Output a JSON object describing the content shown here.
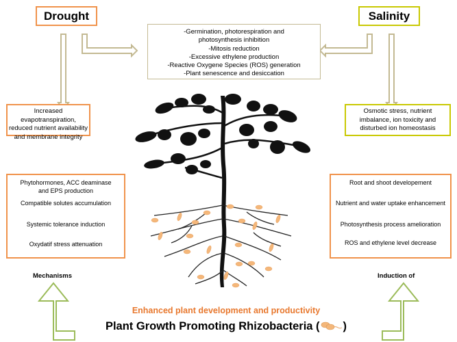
{
  "stresses": {
    "drought": {
      "label": "Drought",
      "color": "#f0924a"
    },
    "salinity": {
      "label": "Salinity",
      "color": "#c8c800"
    }
  },
  "common_effects": [
    "-Germination, photorespiration and",
    "photosynthesis inhibition",
    "-Mitosis reduction",
    "-Excessive ethylene production",
    "-Reactive Oxygene Species (ROS) generation",
    "-Plant senescence and desiccation"
  ],
  "drought_effects": [
    "Increased evapotranspiration,",
    "reduced nutrient availability",
    "and membrane integrity"
  ],
  "salinity_effects": [
    "Osmotic stress, nutrient",
    "imbalance, ion toxicity and",
    "disturbed ion homeostasis"
  ],
  "mechanisms": {
    "label": "Mechanisms",
    "items": [
      "Phytohormones, ACC deaminase",
      "and EPS production",
      "Compatible solutes accumulation",
      "Systemic tolerance induction",
      "Oxydatif stress attenuation"
    ]
  },
  "induction": {
    "label": "Induction of",
    "items": [
      "Root and shoot developement",
      "Nutrient and water uptake enhancement",
      "Photosynthesis process amelioration",
      "ROS and ethylene level decrease"
    ]
  },
  "outcome": "Enhanced plant development and productivity",
  "footer": {
    "title": "Plant Growth Promoting Rhizobacteria (",
    "close": ")"
  },
  "colors": {
    "arrow_stress": "#c3b992",
    "arrow_pgpr": "#9bbb59",
    "bacteria": "#f4b77a",
    "outcome": "#e8782e"
  }
}
